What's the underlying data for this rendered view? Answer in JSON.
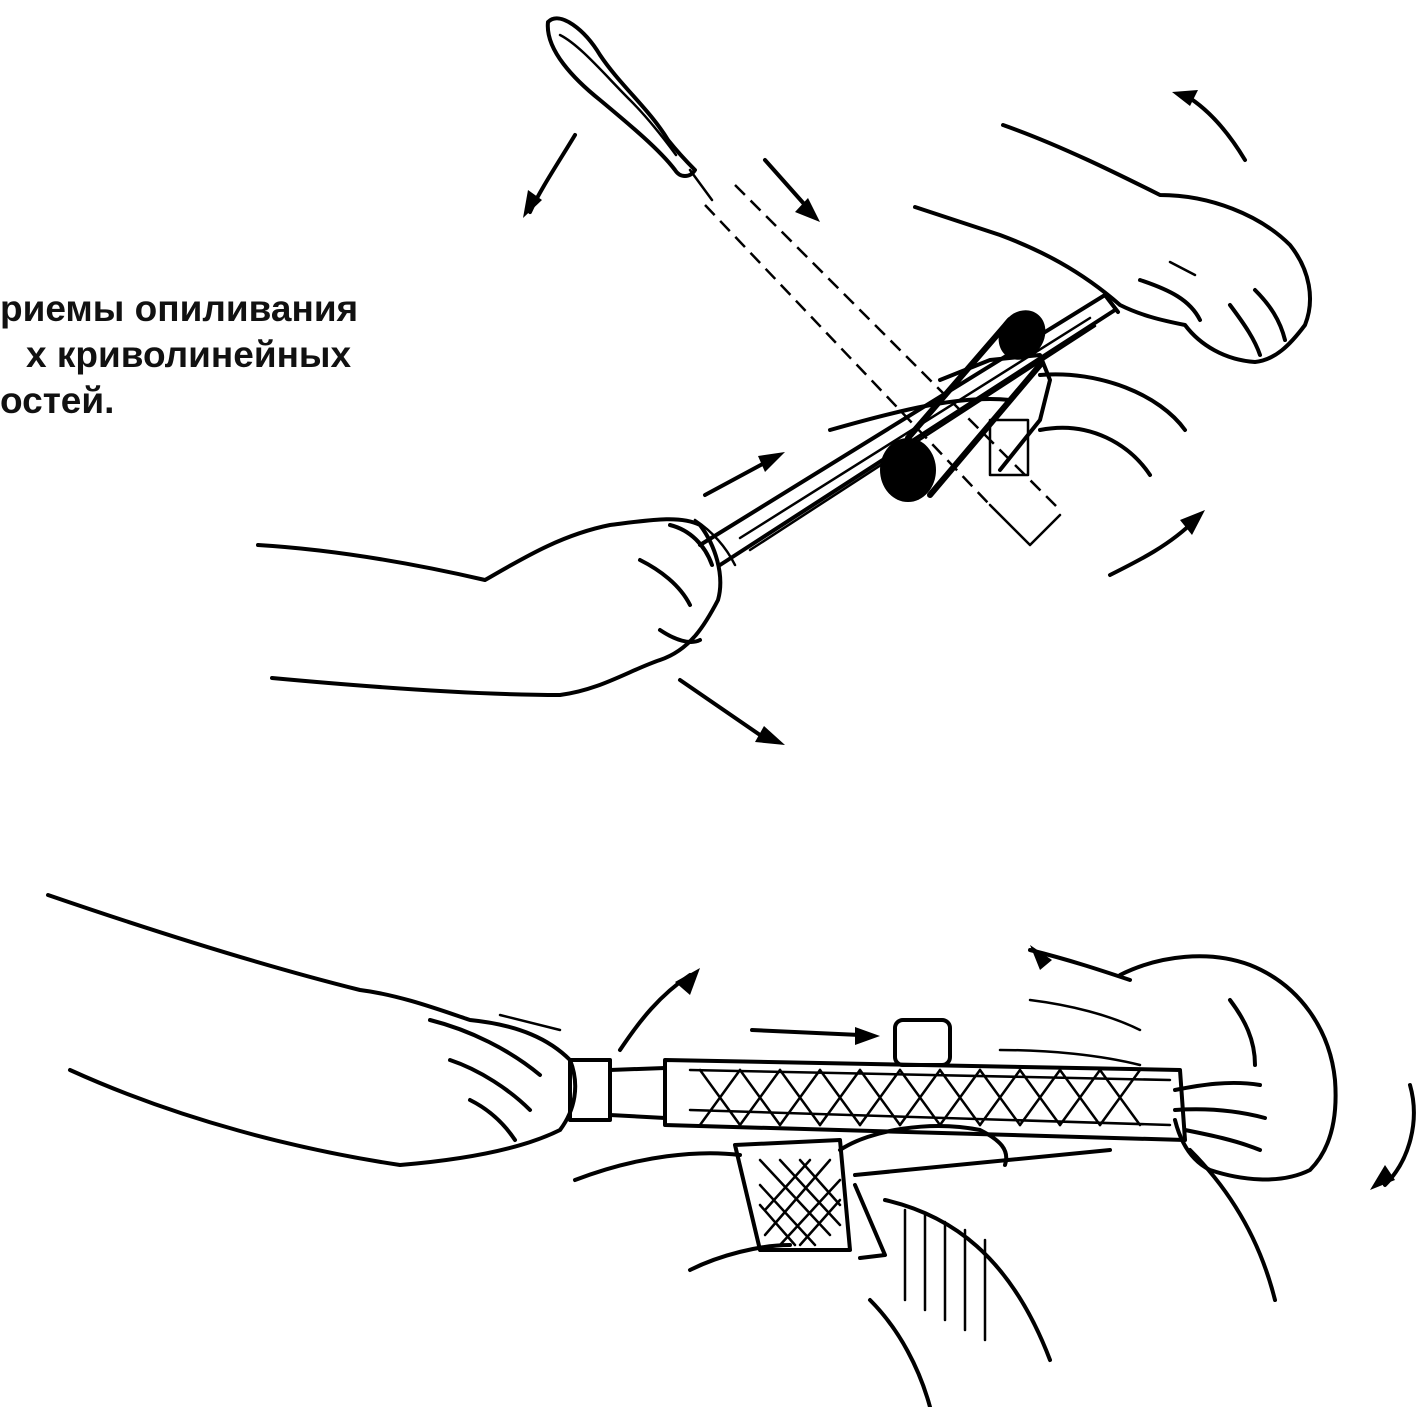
{
  "caption": {
    "line1": "риемы опиливания",
    "line2": "х криволинейных",
    "line3": "остей."
  },
  "illustration": {
    "top_figure": "filing-convex-surface-icon",
    "bottom_figure": "filing-concave-surface-icon"
  }
}
